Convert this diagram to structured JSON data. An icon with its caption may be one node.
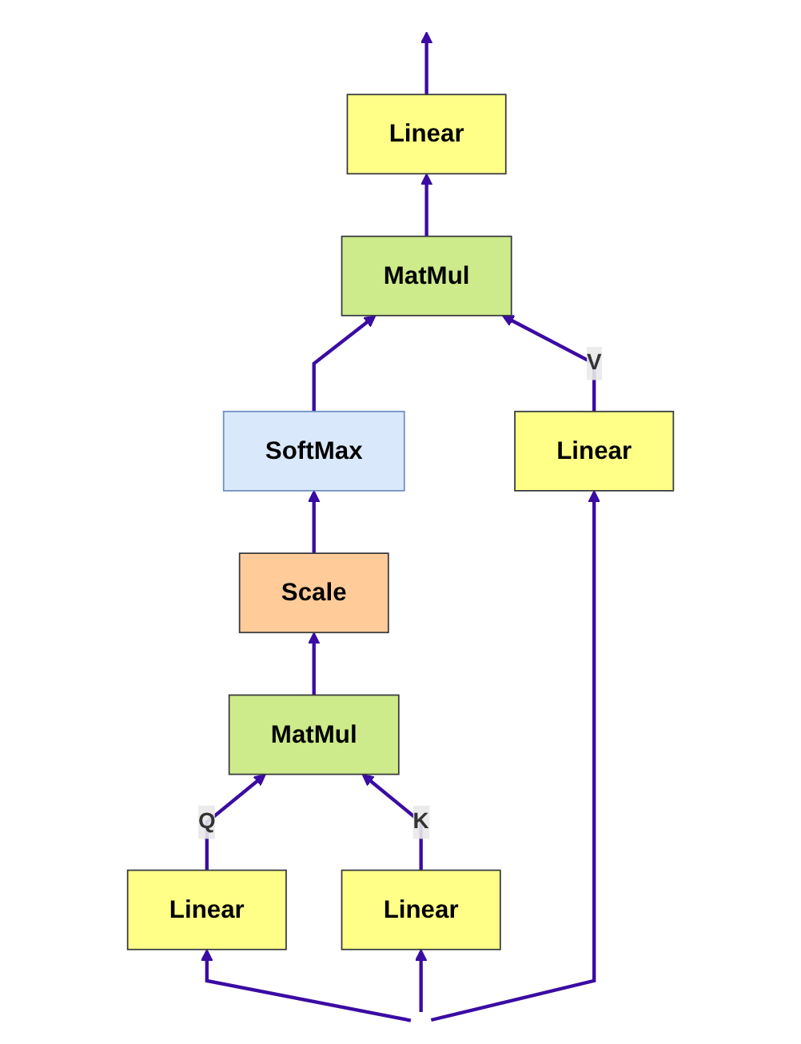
{
  "diagram": {
    "nodes": [
      {
        "text": [
          "Linear"
        ]
      },
      {
        "text": [
          "MatMul"
        ]
      },
      {
        "text": [
          "SoftMax"
        ]
      },
      {
        "text": [
          "Scale"
        ]
      },
      {
        "text": [
          "MatMul"
        ]
      },
      {
        "text": [
          "Linear"
        ]
      },
      {
        "text": [
          "Linear"
        ]
      },
      {
        "text": [
          "Linear"
        ]
      }
    ],
    "edges": [
      {
        "from": null,
        "to": 5,
        "arrow": "to"
      },
      {
        "from": null,
        "to": 6,
        "arrow": "to"
      },
      {
        "from": null,
        "to": 7,
        "arrow": "to"
      },
      {
        "from": 5,
        "to": 4,
        "arrow": "to",
        "label": "Q"
      },
      {
        "from": 6,
        "to": 4,
        "arrow": "to",
        "label": "K"
      },
      {
        "from": 4,
        "to": 3,
        "arrow": "to"
      },
      {
        "from": 3,
        "to": 2,
        "arrow": "to"
      },
      {
        "from": 2,
        "to": 1,
        "arrow": "to"
      },
      {
        "from": 7,
        "to": 1,
        "arrow": "to",
        "label": "V"
      },
      {
        "from": 1,
        "to": 0,
        "arrow": "to"
      },
      {
        "from": 0,
        "to": null,
        "arrow": "to"
      }
    ]
  }
}
